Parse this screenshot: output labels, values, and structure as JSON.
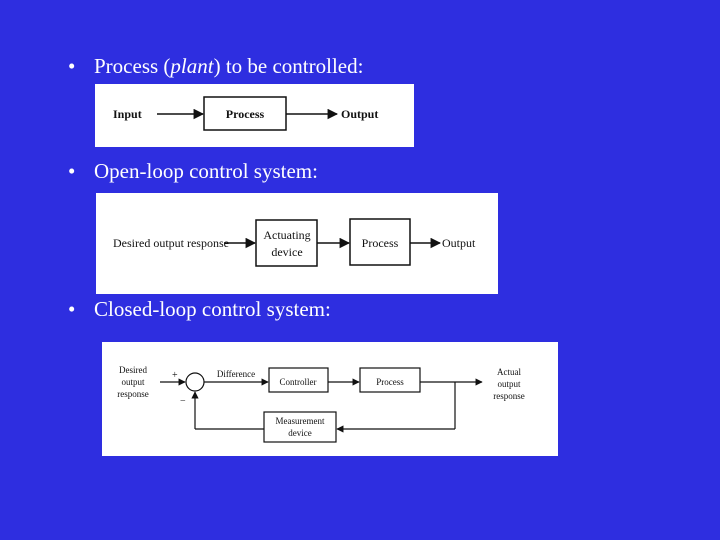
{
  "bullets": {
    "plant": {
      "marker": "•",
      "prefix": "Process (",
      "italic": "plant",
      "suffix": ") to be controlled:"
    },
    "open_loop": {
      "marker": "•",
      "text": "Open-loop control system:"
    },
    "closed_loop": {
      "marker": "•",
      "text": "Closed-loop control system:"
    }
  },
  "diagram_plant": {
    "input": "Input",
    "process": "Process",
    "output": "Output"
  },
  "diagram_open_loop": {
    "desired": "Desired output response",
    "actuating_line1": "Actuating",
    "actuating_line2": "device",
    "process": "Process",
    "output": "Output"
  },
  "diagram_closed_loop": {
    "desired_line1": "Desired",
    "desired_line2": "output",
    "desired_line3": "response",
    "plus": "+",
    "minus": "−",
    "difference": "Difference",
    "controller": "Controller",
    "process": "Process",
    "actual_line1": "Actual",
    "actual_line2": "output",
    "actual_line3": "response",
    "measurement_line1": "Measurement",
    "measurement_line2": "device"
  },
  "colors": {
    "background": "#2e2ee0",
    "text": "#ffffff",
    "panel": "#ffffff",
    "ink": "#111111"
  }
}
